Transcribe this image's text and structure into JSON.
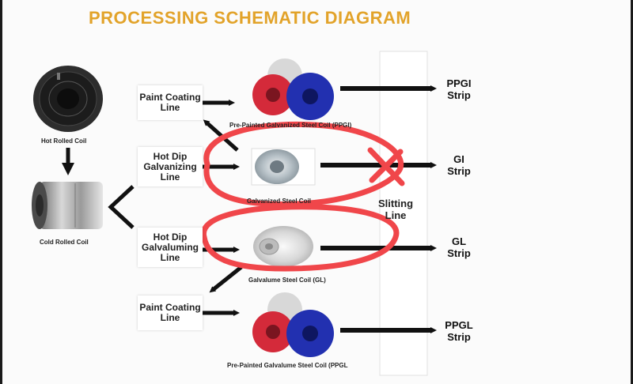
{
  "title": "PROCESSING SCHEMATIC DIAGRAM",
  "inputs": {
    "hot_rolled": "Hot Rolled Coil",
    "cold_rolled": "Cold Rolled Coil"
  },
  "lines": {
    "paint_coating_top": [
      "Paint Coating",
      "Line"
    ],
    "hot_dip_galvanizing": [
      "Hot Dip",
      "Galvanizing",
      "Line"
    ],
    "hot_dip_galvaluming": [
      "Hot Dip",
      "Galvaluming",
      "Line"
    ],
    "paint_coating_bottom": [
      "Paint Coating",
      "Line"
    ]
  },
  "coils": {
    "ppgi": "Pre-Painted Galvanized Steel Coil (PPGI)",
    "gi": "Galvanized Steel Coil",
    "gl": "Galvalume Steel Coil (GL)",
    "ppgl": "Pre-Painted Galvalume Steel Coil (PPGL"
  },
  "slitting": [
    "Slitting",
    "Line"
  ],
  "outputs": {
    "ppgi": [
      "PPGI",
      "Strip"
    ],
    "gi": [
      "GI",
      "Strip"
    ],
    "gl": [
      "GL",
      "Strip"
    ],
    "ppgl": [
      "PPGL",
      "Strip"
    ]
  },
  "colors": {
    "title": "#e2a32a",
    "annotation": "#f0464a",
    "arrow": "#111111",
    "coil_red": "#d42a3a",
    "coil_blue": "#2230b0"
  }
}
